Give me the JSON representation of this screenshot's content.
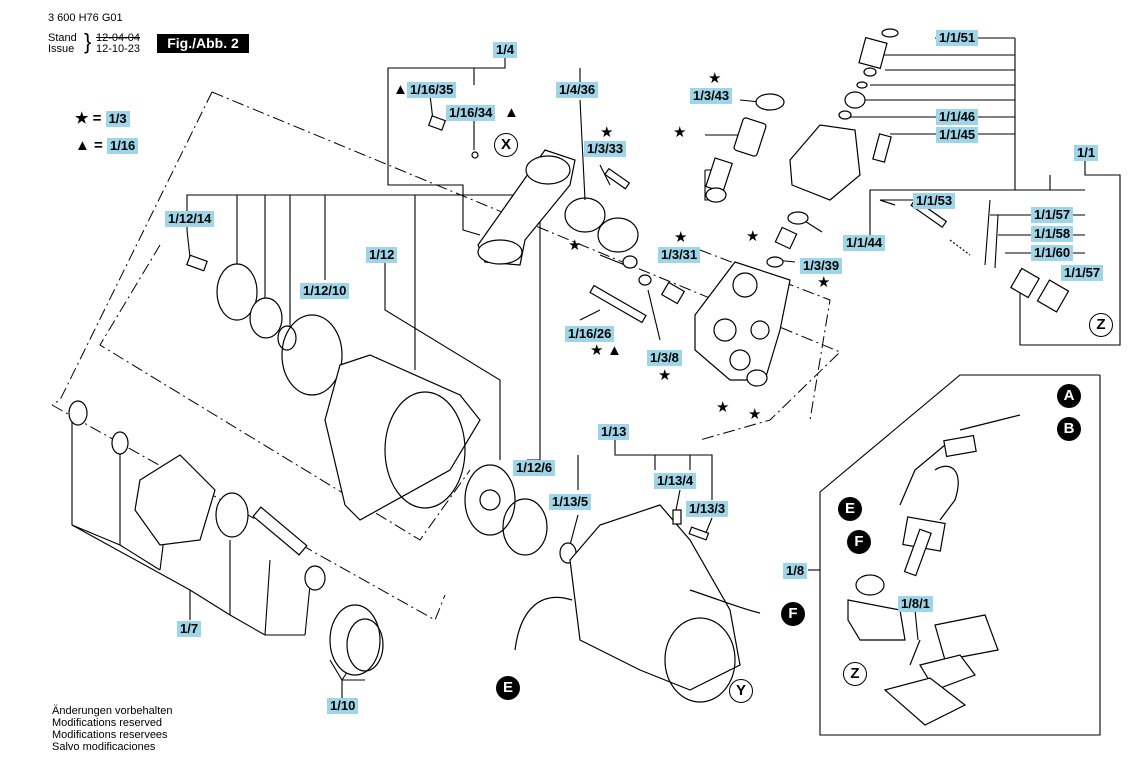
{
  "header": {
    "doc_number": "3 600 H76 G01",
    "stand_label": "Stand",
    "stand_date": "12-04-04",
    "issue_label": "Issue",
    "issue_date": "12-10-23",
    "figure": "Fig./Abb. 2"
  },
  "legend": [
    {
      "symbol": "★",
      "equals": "=",
      "ref": "1/3"
    },
    {
      "symbol": "▲",
      "equals": "=",
      "ref": "1/16"
    }
  ],
  "labels": {
    "l_1_4": "1/4",
    "l_1_16_35": "1/16/35",
    "l_1_16_34": "1/16/34",
    "l_1_4_36": "1/4/36",
    "l_1_3_43": "1/3/43",
    "l_1_3_33": "1/3/33",
    "l_1_3_31": "1/3/31",
    "l_1_3_8": "1/3/8",
    "l_1_16_26": "1/16/26",
    "l_1_3_39": "1/3/39",
    "l_1_1_51": "1/1/51",
    "l_1_1_46": "1/1/46",
    "l_1_1_45": "1/1/45",
    "l_1_1": "1/1",
    "l_1_1_53": "1/1/53",
    "l_1_1_44": "1/1/44",
    "l_1_1_57a": "1/1/57",
    "l_1_1_58": "1/1/58",
    "l_1_1_60": "1/1/60",
    "l_1_1_57b": "1/1/57",
    "l_1_12_14": "1/12/14",
    "l_1_12": "1/12",
    "l_1_12_10": "1/12/10",
    "l_1_12_6": "1/12/6",
    "l_1_13": "1/13",
    "l_1_13_4": "1/13/4",
    "l_1_13_5": "1/13/5",
    "l_1_13_3": "1/13/3",
    "l_1_7": "1/7",
    "l_1_10": "1/10",
    "l_1_8": "1/8",
    "l_1_8_1": "1/8/1"
  },
  "connectors": {
    "A": "A",
    "B": "B",
    "E1": "E",
    "E2": "E",
    "F1": "F",
    "F2": "F",
    "X": "X",
    "Y": "Y",
    "Z1": "Z",
    "Z2": "Z"
  },
  "markers": {
    "star": "★",
    "triangle": "▲"
  },
  "footer": [
    "Änderungen vorbehalten",
    "Modifications reserved",
    "Modifications reservees",
    "Salvo modificaciones"
  ]
}
